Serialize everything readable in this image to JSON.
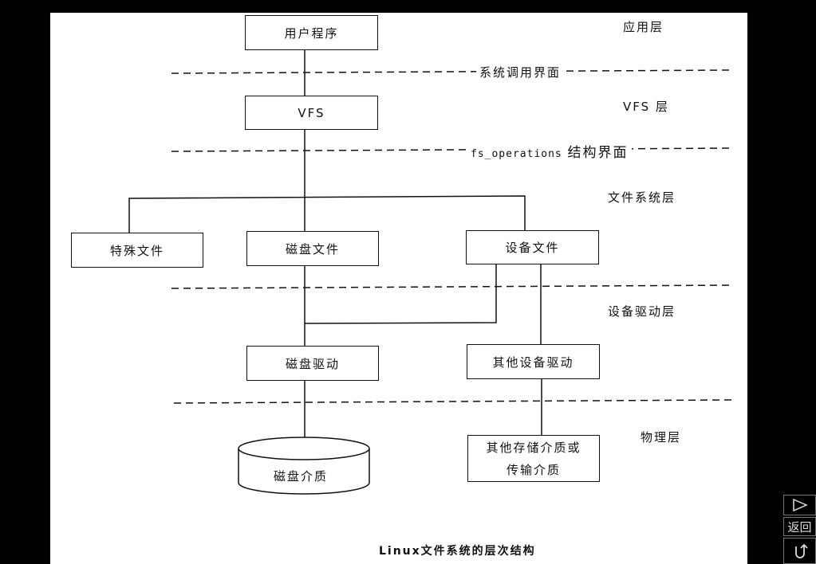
{
  "layers": {
    "app": "应用层",
    "vfs": "VFS 层",
    "fs": "文件系统层",
    "driver": "设备驱动层",
    "physical": "物理层"
  },
  "interfaces": {
    "syscall": "系统调用界面",
    "fs_ops_code": "fs_operations",
    "fs_ops_text": "结构界面"
  },
  "nodes": {
    "user_program": "用户程序",
    "vfs": "VFS",
    "special_file": "特殊文件",
    "disk_file": "磁盘文件",
    "device_file": "设备文件",
    "disk_driver": "磁盘驱动",
    "other_driver": "其他设备驱动",
    "disk_medium": "磁盘介质",
    "other_storage_line1": "其他存储介质或",
    "other_storage_line2": "传输介质"
  },
  "caption": "Linux文件系统的层次结构",
  "nav": {
    "play_icon": "play-icon",
    "back_label": "返回",
    "return_icon": "return-icon"
  }
}
